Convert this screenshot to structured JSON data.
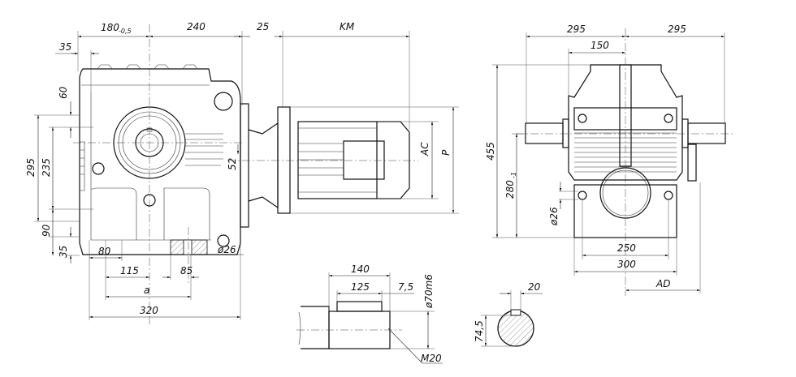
{
  "side_view": {
    "dim_180": "180",
    "dim_180_tol": "-0,5",
    "dim_240": "240",
    "dim_25": "25",
    "dim_km": "KM",
    "dim_35_top": "35",
    "dim_60": "60",
    "dim_295": "295",
    "dim_235": "235",
    "dim_90": "90",
    "dim_35_bottom": "35",
    "dim_52": "52",
    "dim_ac": "AC",
    "dim_p": "P",
    "dim_80": "80",
    "dim_115": "115",
    "dim_85": "85",
    "dim_hole": "ø26",
    "dim_a": "a",
    "dim_320": "320"
  },
  "front_view": {
    "dim_295_left": "295",
    "dim_295_right": "295",
    "dim_150": "150",
    "dim_455": "455",
    "dim_280": "280",
    "dim_280_tol": "-1",
    "dim_hole": "ø26",
    "dim_250": "250",
    "dim_300": "300",
    "dim_ad": "AD"
  },
  "shaft_detail": {
    "dim_140": "140",
    "dim_125": "125",
    "dim_7_5": "7,5",
    "dim_diameter": "ø70m6",
    "thread": "M20"
  },
  "key_section": {
    "dim_20": "20",
    "dim_74_5": "74,5"
  }
}
